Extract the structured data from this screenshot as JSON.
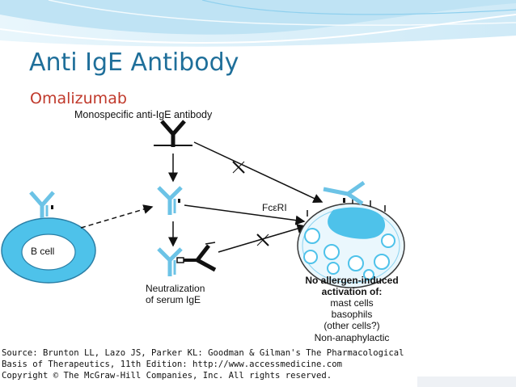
{
  "slide": {
    "title": "Anti IgE Antibody",
    "subtitle": "Omalizumab"
  },
  "diagram": {
    "top_label": "Monospecific anti-IgE antibody",
    "receptor_label": "FcεRI",
    "bcell_label": "B cell",
    "neutralization_line1": "Neutralization",
    "neutralization_line2": "of serum IgE",
    "outcome_line1": "No allergen-induced",
    "outcome_line2": "activation of:",
    "outcome_line3": "mast cells",
    "outcome_line4": "basophils",
    "outcome_line5": "(other cells?)",
    "outcome_line6": "Non-anaphylactic"
  },
  "source": {
    "line1": "Source: Brunton LL, Lazo JS, Parker KL: Goodman & Gilman's The Pharmacological",
    "line2": "Basis of Therapeutics, 11th Edition: http://www.accessmedicine.com",
    "line3": "Copyright © The McGraw-Hill Companies, Inc. All rights reserved."
  },
  "colors": {
    "title": "#1f6f9a",
    "subtitle": "#c0392b",
    "cell_fill": "#5bc8ec",
    "antibody_blue": "#6cc3e6",
    "banner": "#dff1fa"
  }
}
